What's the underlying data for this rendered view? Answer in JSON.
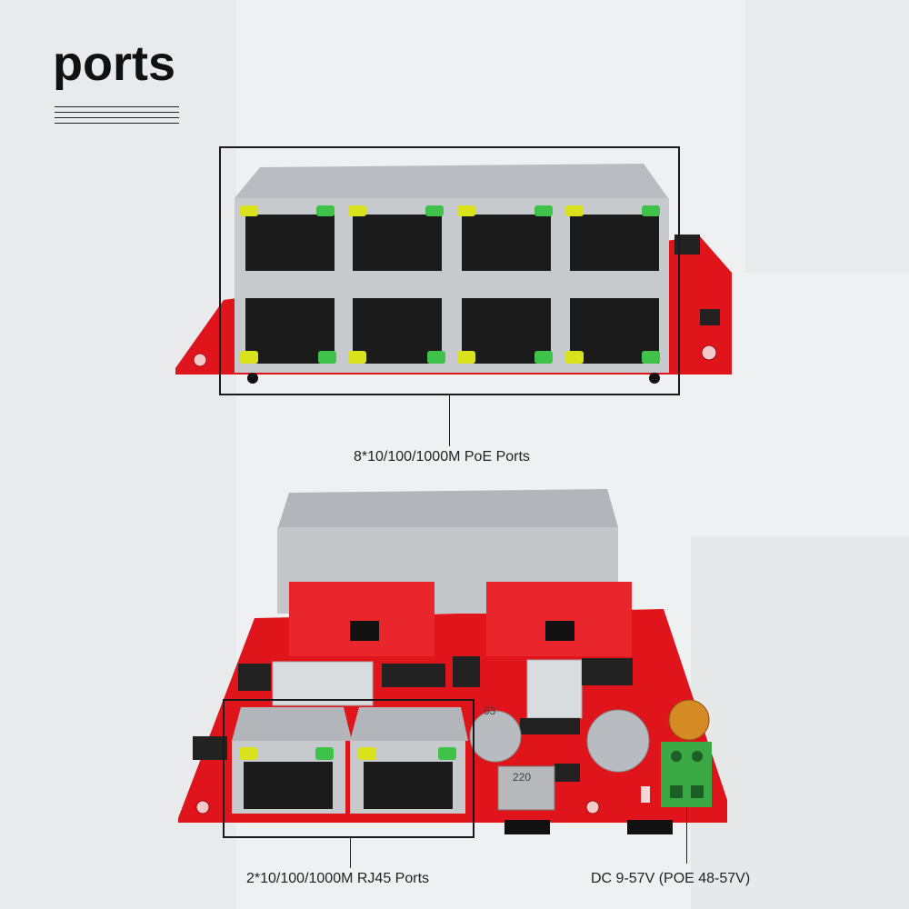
{
  "heading": "ports",
  "callouts": {
    "poe_ports": "8*10/100/1000M PoE Ports",
    "rj45_ports": "2*10/100/1000M RJ45 Ports",
    "power_input": "DC 9-57V  (POE 48-57V)"
  },
  "colors": {
    "pcb_red": "#e0151b",
    "metal_shield": "#c7cacd",
    "led_yellow": "#d9e21a",
    "led_green": "#3fc24a",
    "terminal_green": "#3aa844"
  },
  "component_markings": {
    "inductor": "220",
    "capacitor": "63"
  }
}
